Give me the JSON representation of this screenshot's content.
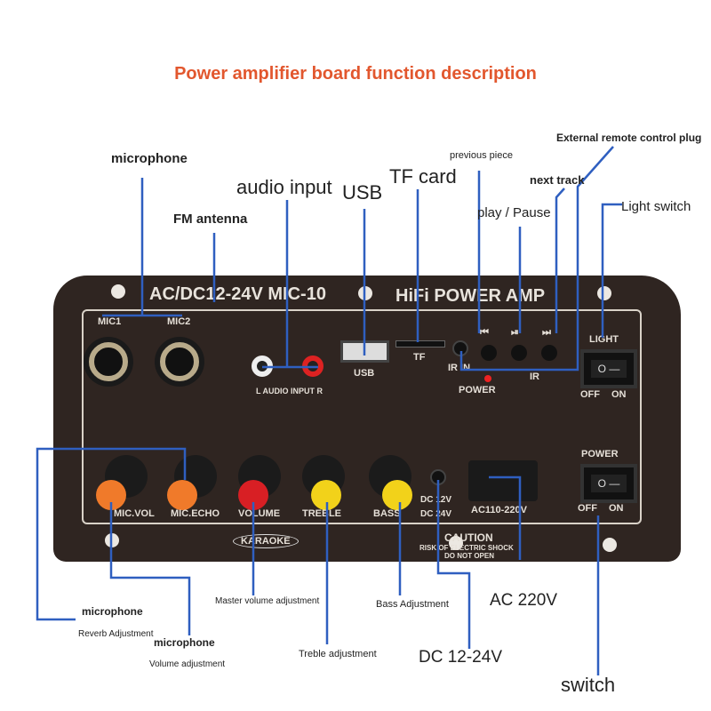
{
  "title": "Power amplifier board function description",
  "labels": {
    "microphone_top": "microphone",
    "fm_antenna": "FM antenna",
    "audio_input": "audio input",
    "usb": "USB",
    "tf_card": "TF card",
    "previous_piece": "previous piece",
    "play_pause": "play / Pause",
    "next_track": "next track",
    "remote_plug": "External remote control plug",
    "light_switch": "Light switch",
    "mic_reverb": "microphone",
    "reverb_adjust": "Reverb Adjustment",
    "mic_volume": "microphone",
    "volume_adjust": "Volume adjustment",
    "master_volume": "Master volume adjustment",
    "treble": "Treble adjustment",
    "bass": "Bass Adjustment",
    "dc": "DC 12-24V",
    "ac": "AC 220V",
    "switch": "switch"
  },
  "board": {
    "model": "AC/DC12-24V MIC-10",
    "brand": "HiFi POWER AMP",
    "mic1": "MIC1",
    "mic2": "MIC2",
    "audio_in": "L  AUDIO INPUT  R",
    "usb": "USB",
    "tf": "TF",
    "ir_in": "IR IN",
    "power_led": "POWER",
    "ir": "IR",
    "light": "LIGHT",
    "off": "OFF",
    "on": "ON",
    "power": "POWER",
    "knobs": [
      "MIC.VOL",
      "MIC.ECHO",
      "VOLUME",
      "TREBLE",
      "BASS"
    ],
    "dc12": "DC 12V",
    "dc24": "DC 24V",
    "ac": "AC110-220V",
    "karaoke": "KARAOKE",
    "caution": "CAUTION",
    "risk": "RISK OF ELECTRIC SHOCK",
    "donot": "DO NOT OPEN",
    "prev_sym": "⏮",
    "play_sym": "⏯",
    "next_sym": "⏭"
  },
  "colors": {
    "line": "#2f5fc0",
    "title": "#e2572e",
    "board": "#2f2521"
  }
}
